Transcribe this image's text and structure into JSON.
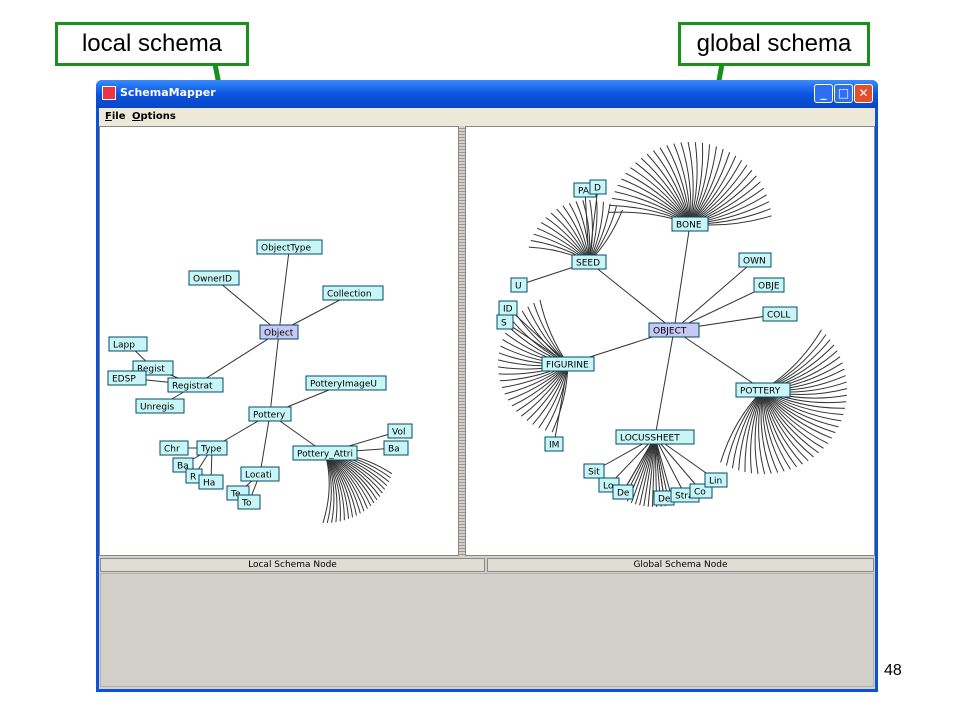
{
  "callouts": {
    "local": "local schema",
    "global": "global schema"
  },
  "slide_number": "48",
  "window": {
    "title": "SchemaMapper",
    "buttons": {
      "minimize": "_",
      "maximize": "□",
      "close": "✕"
    }
  },
  "menu": {
    "file": {
      "mnemonic": "F",
      "rest": "ile"
    },
    "options": {
      "mnemonic": "O",
      "rest": "ptions"
    }
  },
  "local_tree": {
    "nodes": [
      {
        "id": "object",
        "label": "Object",
        "root": true
      },
      {
        "id": "objecttype",
        "label": "ObjectType"
      },
      {
        "id": "ownerid",
        "label": "OwnerID"
      },
      {
        "id": "collection",
        "label": "Collection"
      },
      {
        "id": "lapp",
        "label": "Lapp"
      },
      {
        "id": "regist",
        "label": "Regist"
      },
      {
        "id": "edsp",
        "label": "EDSP"
      },
      {
        "id": "registrat",
        "label": "Registrat"
      },
      {
        "id": "unregis",
        "label": "Unregis"
      },
      {
        "id": "potteryimageu",
        "label": "PotteryImageU"
      },
      {
        "id": "pottery",
        "label": "Pottery"
      },
      {
        "id": "chr",
        "label": "Chr"
      },
      {
        "id": "type",
        "label": "Type"
      },
      {
        "id": "ba1",
        "label": "Ba"
      },
      {
        "id": "r",
        "label": "R"
      },
      {
        "id": "ha",
        "label": "Ha"
      },
      {
        "id": "locati",
        "label": "Locati"
      },
      {
        "id": "te",
        "label": "Te"
      },
      {
        "id": "to",
        "label": "To"
      },
      {
        "id": "potteryattri",
        "label": "Pottery_Attri"
      },
      {
        "id": "vol",
        "label": "Vol"
      },
      {
        "id": "ba2",
        "label": "Ba"
      }
    ]
  },
  "global_tree": {
    "nodes": [
      {
        "id": "object",
        "label": "OBJECT",
        "root": true
      },
      {
        "id": "bone",
        "label": "BONE"
      },
      {
        "id": "pa",
        "label": "PA"
      },
      {
        "id": "d",
        "label": "D"
      },
      {
        "id": "seed",
        "label": "SEED"
      },
      {
        "id": "u",
        "label": "U"
      },
      {
        "id": "id",
        "label": "ID"
      },
      {
        "id": "s",
        "label": "S"
      },
      {
        "id": "figurine",
        "label": "FIGURINE"
      },
      {
        "id": "im",
        "label": "IM"
      },
      {
        "id": "own",
        "label": "OWN"
      },
      {
        "id": "obje",
        "label": "OBJE"
      },
      {
        "id": "coll",
        "label": "COLL"
      },
      {
        "id": "pottery",
        "label": "POTTERY"
      },
      {
        "id": "locussheet",
        "label": "LOCUSSHEET"
      },
      {
        "id": "sit",
        "label": "Sit"
      },
      {
        "id": "lo",
        "label": "Lo"
      },
      {
        "id": "de1",
        "label": "De"
      },
      {
        "id": "de2",
        "label": "De"
      },
      {
        "id": "stra",
        "label": "Stra"
      },
      {
        "id": "co",
        "label": "Co"
      },
      {
        "id": "lin",
        "label": "Lin"
      }
    ]
  },
  "headers": {
    "local": "Local Schema Node",
    "global": "Global Schema Node"
  }
}
